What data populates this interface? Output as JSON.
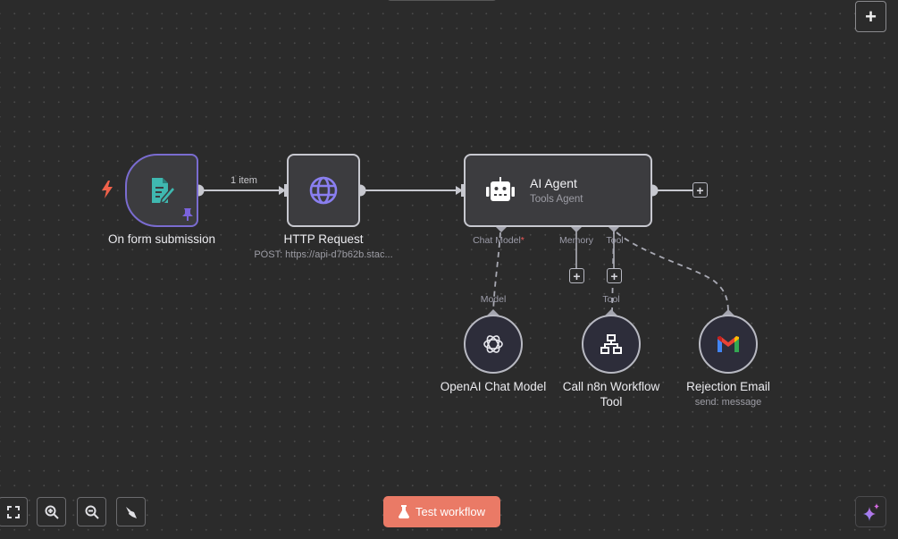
{
  "canvas": {
    "background": "#2b2b2b",
    "accent_trigger_border": "#7a6cd0",
    "connection_color": "#c7c8cf"
  },
  "nodes": {
    "trigger": {
      "title": "On form submission",
      "icon": "form-icon",
      "icon_color": "#3fb8b0",
      "trigger_icon": "lightning-bolt-icon",
      "trigger_icon_color": "#f0614a",
      "pinned_icon": "pin-icon",
      "pinned_icon_color": "#7b63dc"
    },
    "http": {
      "title": "HTTP Request",
      "subtitle": "POST: https://api-d7b62b.stac...",
      "icon": "globe-icon",
      "icon_color": "#8a7ff0"
    },
    "agent": {
      "title": "AI Agent",
      "subtitle": "Tools Agent",
      "icon": "robot-icon",
      "ports": {
        "chat_model": "Chat Model",
        "chat_model_required": "*",
        "memory": "Memory",
        "tool": "Tool"
      }
    },
    "openai": {
      "title": "OpenAI Chat Model",
      "port_label": "Model",
      "icon": "openai-icon"
    },
    "workflow_tool": {
      "title_line1": "Call n8n Workflow",
      "title_line2": "Tool",
      "port_label": "Tool",
      "icon": "sitemap-icon"
    },
    "rejection_email": {
      "title": "Rejection Email",
      "subtitle": "send: message",
      "icon": "gmail-icon"
    }
  },
  "connections": {
    "trigger_to_http_label": "1 item"
  },
  "toolbar": {
    "fit_view": "fit-view",
    "zoom_in": "zoom-in",
    "zoom_out": "zoom-out",
    "tidy_up": "tidy-up",
    "test_workflow_label": "Test workflow",
    "test_workflow_color": "#ea7a66",
    "add_node": "+",
    "ai_assistant": "sparkle"
  }
}
